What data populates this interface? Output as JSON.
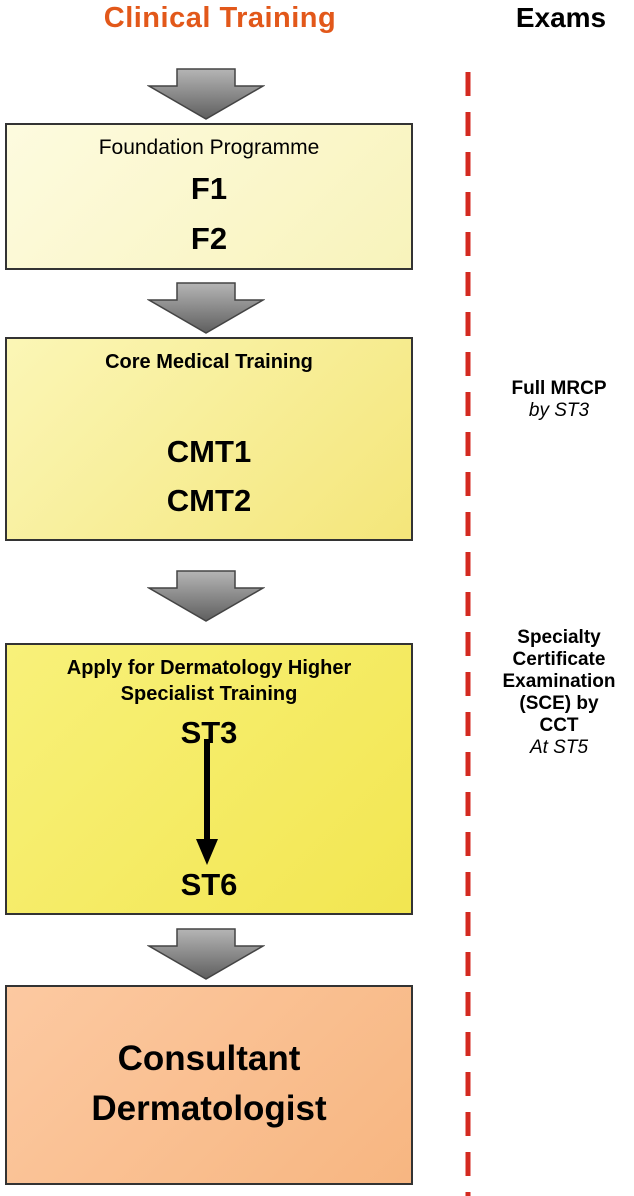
{
  "headers": {
    "clinical": "Clinical Training",
    "exams": "Exams"
  },
  "colors": {
    "clinical_header": "#e2581a",
    "exams_header": "#000000",
    "dash": "#d42a20",
    "box1_fill": "#faf6cd",
    "box2_fill": "#f6ec95",
    "box3_fill": "#f4ea63",
    "box4_fill": "#fabf92",
    "arrow_gray": "#808080"
  },
  "boxes": {
    "foundation": {
      "title": "Foundation Programme",
      "stage1": "F1",
      "stage2": "F2"
    },
    "core": {
      "title": "Core Medical Training",
      "stage1": "CMT1",
      "stage2": "CMT2"
    },
    "specialist": {
      "title_line1": "Apply for Dermatology Higher",
      "title_line2": "Specialist Training",
      "stage_start": "ST3",
      "stage_end": "ST6"
    },
    "consultant": {
      "line1": "Consultant",
      "line2": "Dermatologist"
    }
  },
  "exams": {
    "mrcp": {
      "title": "Full MRCP",
      "timing": "by ST3"
    },
    "sce": {
      "line1": "Specialty",
      "line2": "Certificate",
      "line3": "Examination",
      "line4": "(SCE) by",
      "line5": "CCT",
      "timing": "At ST5"
    }
  }
}
